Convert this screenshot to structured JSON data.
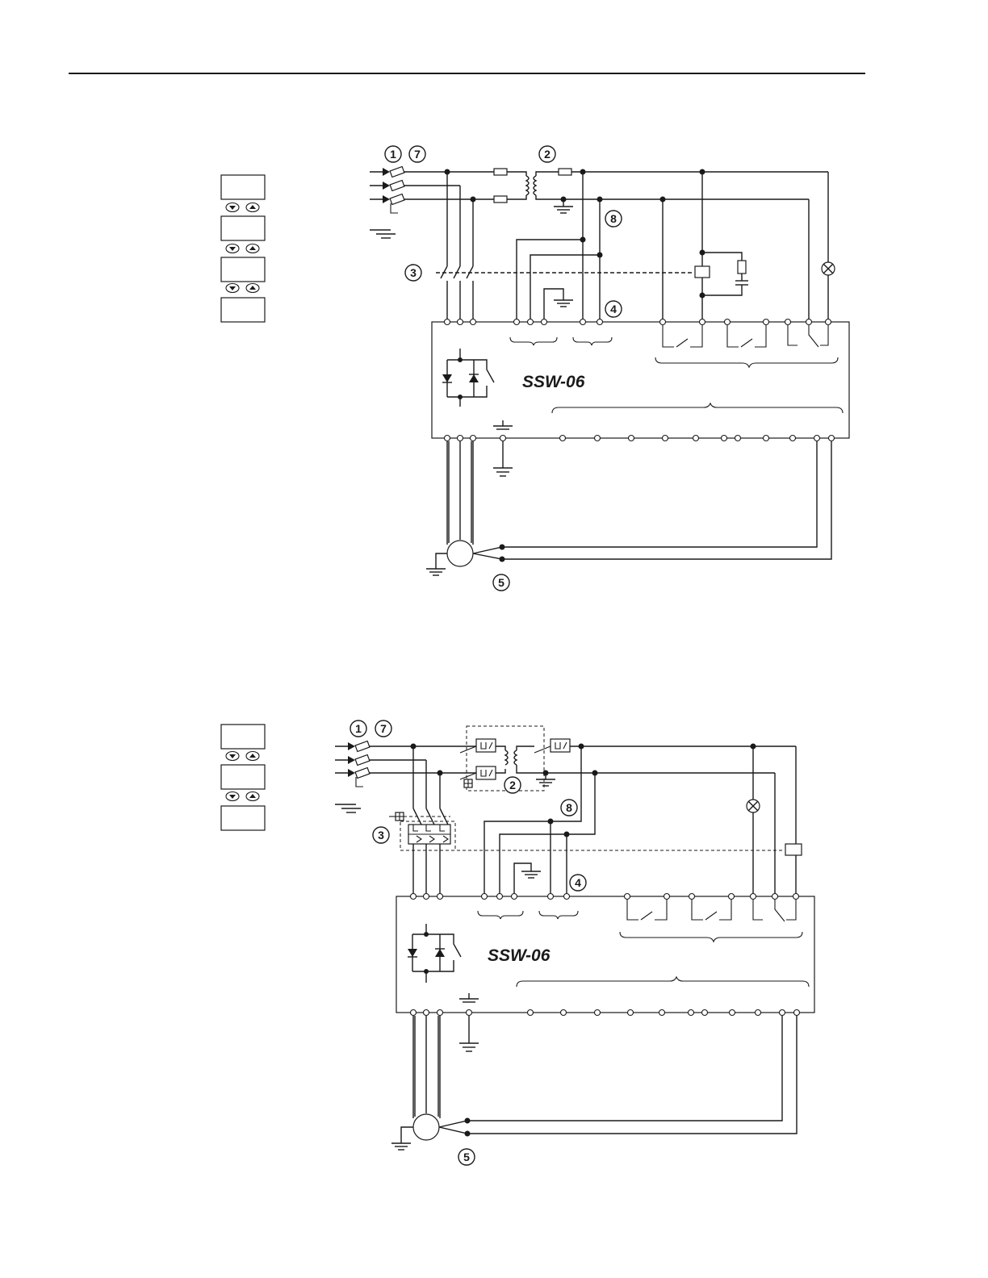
{
  "diagrams": [
    {
      "device_label": "SSW-06",
      "markers": [
        "1",
        "7",
        "2",
        "8",
        "3",
        "4",
        "5"
      ]
    },
    {
      "device_label": "SSW-06",
      "markers": [
        "1",
        "7",
        "2",
        "8",
        "3",
        "4",
        "5"
      ]
    }
  ]
}
